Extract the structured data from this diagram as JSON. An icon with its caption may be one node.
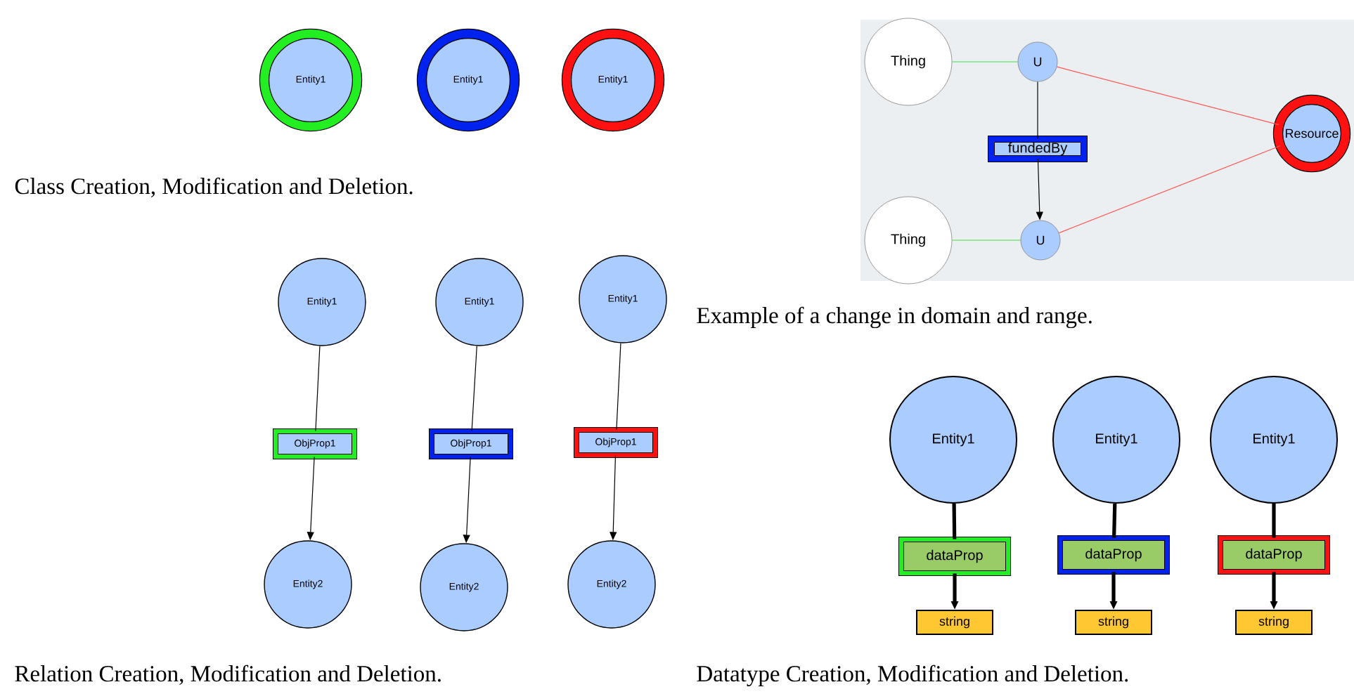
{
  "diagram": {
    "nodes": [
      {
        "text": [
          "Entity1"
        ]
      },
      {
        "text": [
          "Entity1"
        ]
      },
      {
        "text": [
          "Entity1"
        ]
      },
      {
        "text": [
          "Thing"
        ]
      },
      {
        "text": [
          "U"
        ]
      },
      {
        "text": [
          "Resource"
        ]
      },
      {
        "text": [
          "fundedBy"
        ]
      },
      {
        "text": [
          "Thing"
        ]
      },
      {
        "text": [
          "U"
        ]
      },
      {
        "text": [
          "Entity1"
        ]
      },
      {
        "text": [
          "Entity1"
        ]
      },
      {
        "text": [
          "Entity1"
        ]
      },
      {
        "text": [
          "ObjProp1"
        ]
      },
      {
        "text": [
          "ObjProp1"
        ]
      },
      {
        "text": [
          "ObjProp1"
        ]
      },
      {
        "text": [
          "Entity2"
        ]
      },
      {
        "text": [
          "Entity2"
        ]
      },
      {
        "text": [
          "Entity2"
        ]
      },
      {
        "text": [
          "Entity1"
        ]
      },
      {
        "text": [
          "Entity1"
        ]
      },
      {
        "text": [
          "Entity1"
        ]
      },
      {
        "text": [
          "dataProp"
        ]
      },
      {
        "text": [
          "dataProp"
        ]
      },
      {
        "text": [
          "dataProp"
        ]
      },
      {
        "text": [
          "string"
        ]
      },
      {
        "text": [
          "string"
        ]
      },
      {
        "text": [
          "string"
        ]
      }
    ],
    "edges": [
      {
        "from": 3,
        "to": 4,
        "arrow": "none",
        "color": "#44dd44"
      },
      {
        "from": 4,
        "to": 5,
        "arrow": "none",
        "color": "#ff5555"
      },
      {
        "from": 4,
        "to": 6,
        "arrow": "none"
      },
      {
        "from": 6,
        "to": 8,
        "arrow": "to"
      },
      {
        "from": 7,
        "to": 8,
        "arrow": "none",
        "color": "#44dd44"
      },
      {
        "from": 8,
        "to": 5,
        "arrow": "none",
        "color": "#ff5555"
      },
      {
        "from": 9,
        "to": 12,
        "arrow": "none"
      },
      {
        "from": 12,
        "to": 15,
        "arrow": "to"
      },
      {
        "from": 10,
        "to": 13,
        "arrow": "none"
      },
      {
        "from": 13,
        "to": 16,
        "arrow": "to"
      },
      {
        "from": 11,
        "to": 14,
        "arrow": "none"
      },
      {
        "from": 14,
        "to": 17,
        "arrow": "to"
      },
      {
        "from": 18,
        "to": 21,
        "arrow": "none",
        "style": "thick"
      },
      {
        "from": 21,
        "to": 24,
        "arrow": "to",
        "style": "thick"
      },
      {
        "from": 19,
        "to": 22,
        "arrow": "none",
        "style": "thick"
      },
      {
        "from": 22,
        "to": 25,
        "arrow": "to",
        "style": "thick"
      },
      {
        "from": 20,
        "to": 23,
        "arrow": "none",
        "style": "thick"
      },
      {
        "from": 23,
        "to": 26,
        "arrow": "to",
        "style": "thick"
      }
    ],
    "labels": [
      "Class Creation, Modification and Deletion.",
      "Example of a change in domain and range.",
      "Relation Creation, Modification and Deletion.",
      "Datatype Creation, Modification and Deletion."
    ]
  }
}
